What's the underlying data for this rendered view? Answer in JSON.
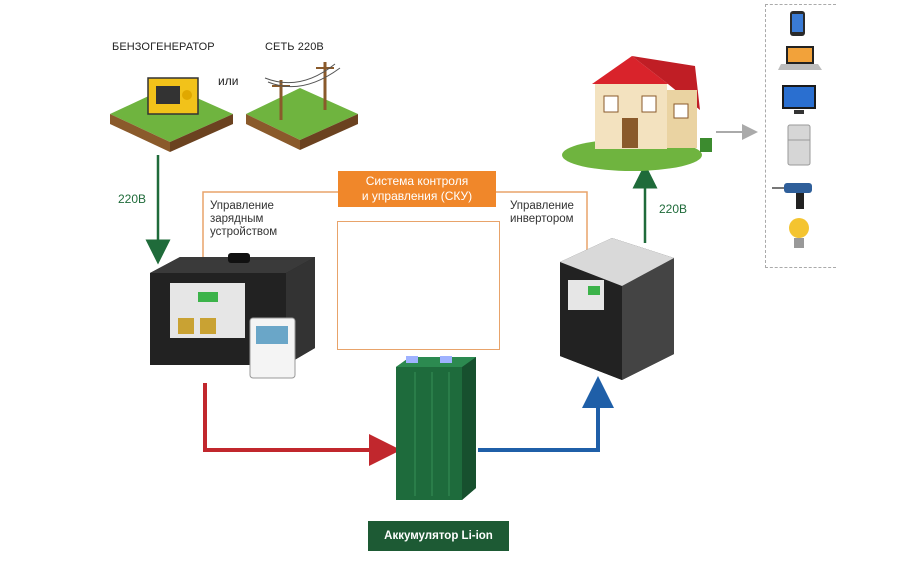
{
  "sources": {
    "generator_label": "БЕНЗОГЕНЕРАТОР",
    "or_label": "или",
    "grid_label": "СЕТЬ 220В"
  },
  "voltage": {
    "left": "220В",
    "right": "220В"
  },
  "charger_control_label": [
    "Управление",
    "зарядным",
    "устройством"
  ],
  "inverter_control_label": [
    "Управление",
    "инвертором"
  ],
  "sku_title": [
    "Система контроля",
    "и управления (СКУ)"
  ],
  "battery_label": "Аккумулятор Li-ion",
  "consumer_icons": [
    "phone-icon",
    "laptop-icon",
    "tv-icon",
    "fridge-icon",
    "drill-icon",
    "lightbulb-icon"
  ],
  "colors": {
    "charge_arrow": "#c1272d",
    "discharge_arrow": "#1f5fa8",
    "ac_arrow": "#1f6b3a",
    "sku_orange": "#f0872a",
    "battery_green": "#1d5a34"
  }
}
